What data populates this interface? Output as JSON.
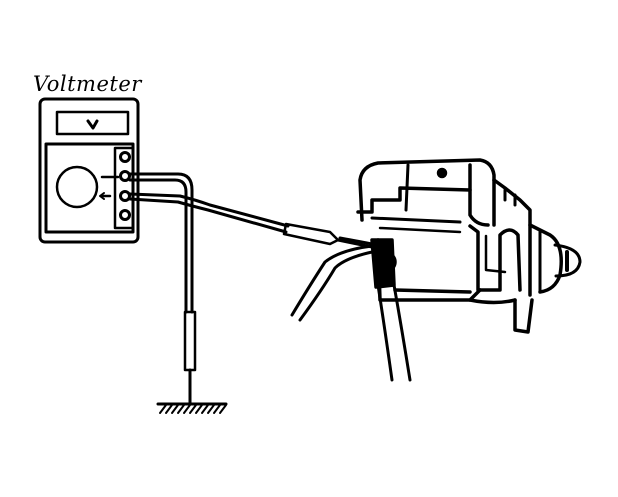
{
  "labels": {
    "voltmeter": "Voltmeter"
  },
  "colors": {
    "ink": "#000000",
    "background": "#ffffff"
  },
  "components": [
    "voltmeter",
    "test-leads",
    "ground-symbol",
    "starter-motor",
    "battery-cable"
  ]
}
